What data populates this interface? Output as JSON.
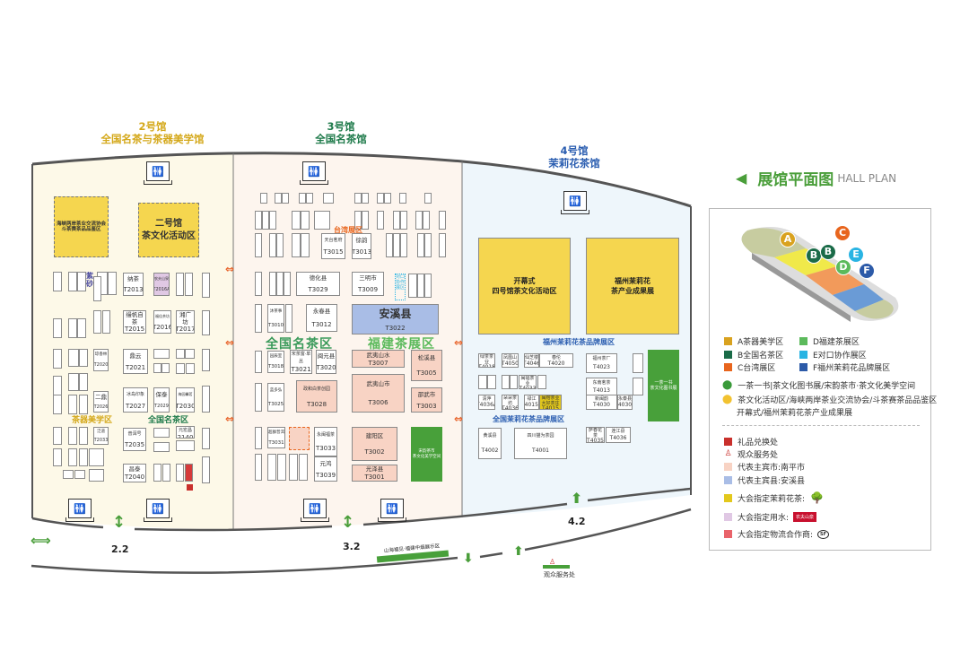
{
  "header": {
    "title_cn": "展馆平面图",
    "title_en": "HALL PLAN",
    "arrow_icon": "triangle-left"
  },
  "halls": [
    {
      "number": "2号馆",
      "name": "全国名茶与茶器美学馆",
      "color": "#d4a81a"
    },
    {
      "number": "3号馆",
      "name": "全国名茶馆",
      "color": "#1e7a4a"
    },
    {
      "number": "4号馆",
      "name": "茉莉花茶馆",
      "color": "#2a5db0"
    }
  ],
  "hall2": {
    "activity_area_1": "海峡两岸茶业交流协会\n斗茶赛茶品品鉴区",
    "activity_area_2": "二号馆\n茶文化活动区",
    "zone_teaware": "茶器美学区",
    "zone_national": "全国名茶区",
    "zisha": "紫砂",
    "booths": [
      {
        "name": "纳茶",
        "code": "T2013"
      },
      {
        "name": "农夫山泉",
        "code": "T2016A"
      },
      {
        "name": "缦帆自茶",
        "code": "T2015"
      },
      {
        "name": "福佳茶坊",
        "code": "T2016"
      },
      {
        "name": "湘广坊",
        "code": "T2017"
      },
      {
        "name": "琼香林",
        "code": "T2020"
      },
      {
        "name": "鼎云",
        "code": "T2021"
      },
      {
        "name": "二鼎",
        "code": "T2026"
      },
      {
        "name": "冰岛印象",
        "code": "T2027"
      },
      {
        "name": "保泰",
        "code": "T2029"
      },
      {
        "name": "梅园馨茗",
        "code": "T2030"
      },
      {
        "name": "泛道",
        "code": "T2033"
      },
      {
        "name": "普洱号",
        "code": "T2035"
      },
      {
        "name": "元宏昌",
        "code": "2140"
      },
      {
        "name": "昌泰",
        "code": "T2040"
      }
    ]
  },
  "hall3": {
    "zone_taiwan": "台湾展区",
    "zone_national": "全国名茶区",
    "zone_fujian": "福建茶展区",
    "zone_counterpart": "对口协作展区",
    "booths": [
      {
        "name": "天台茗府",
        "code": "T3015"
      },
      {
        "name": "徐韵",
        "code": "T3013"
      },
      {
        "name": "德化县",
        "code": "T3029"
      },
      {
        "name": "三明市",
        "code": "T3009"
      },
      {
        "name": "沐茶事",
        "code": "T3010"
      },
      {
        "name": "永春县",
        "code": "T3012"
      },
      {
        "name": "安溪县",
        "code": "T3022"
      },
      {
        "name": "园辰室",
        "code": "T3018"
      },
      {
        "name": "宋茶富·单丛",
        "code": "T3021"
      },
      {
        "name": "闽元县",
        "code": "T3020"
      },
      {
        "name": "武夷山水",
        "code": "T3007"
      },
      {
        "name": "松溪县",
        "code": "T3005"
      },
      {
        "name": "蓝多弘",
        "code": "T3025"
      },
      {
        "name": "政和白茶创园",
        "code": "T3028"
      },
      {
        "name": "武夷山市",
        "code": "T3006"
      },
      {
        "name": "邵武市",
        "code": "T3003"
      },
      {
        "name": "超群普洱",
        "code": "T3031"
      },
      {
        "name": "永闽福茶",
        "code": "T3033"
      },
      {
        "name": "元鸿",
        "code": "T3039"
      },
      {
        "name": "建阳区",
        "code": "T3002"
      },
      {
        "name": "光泽县",
        "code": "T3001"
      }
    ],
    "green_area": "宋韵茶市\n茶文化美学空间"
  },
  "hall4": {
    "opening_area": "开幕式\n四号馆茶文化活动区",
    "industry_area": "福州茉莉花\n茶产业成果展",
    "zone_fuzhou_brand": "福州茉莉花茶品牌展区",
    "zone_national_brand": "全国茉莉花茶品牌展区",
    "book_area": "一茶一书\n茶文化图书展",
    "booths": [
      {
        "name": "绿茶茶业",
        "code": "T4018"
      },
      {
        "name": "凤凰山",
        "code": "T4050"
      },
      {
        "name": "仙芝楼",
        "code": "T4046"
      },
      {
        "name": "春伦",
        "code": "T4020"
      },
      {
        "name": "福州茶厂",
        "code": "T4023"
      },
      {
        "name": "闽福茶业",
        "code": "T4033"
      },
      {
        "name": "东南茗茶",
        "code": "T4013"
      },
      {
        "name": "清萍",
        "code": "T4036A"
      },
      {
        "name": "朵朵茶坊",
        "code": "T4036"
      },
      {
        "name": "禄江",
        "code": "T4015A"
      },
      {
        "name": "闽榕茶业\n大好茶庄",
        "code": "T4015"
      },
      {
        "name": "新闽韵",
        "code": "T4030"
      },
      {
        "name": "永泰县",
        "code": "4030"
      },
      {
        "name": "黄溪县",
        "code": "T4002"
      },
      {
        "name": "四川猫为茶园",
        "code": "T4001"
      },
      {
        "name": "萨春花茶",
        "code": "T4035"
      },
      {
        "name": "连江县",
        "code": "T4036"
      }
    ]
  },
  "entrances": [
    {
      "label": "2.2"
    },
    {
      "label": "3.2"
    },
    {
      "label": "4.2"
    }
  ],
  "outdoor": {
    "exhibit_strip": "山海福见·福建中烟展示区",
    "service_desk": "观众服务处"
  },
  "legend": {
    "zones": [
      {
        "key": "A",
        "label": "A茶器美学区",
        "color": "#d9a21f"
      },
      {
        "key": "D",
        "label": "D福建茶展区",
        "color": "#5cba5c"
      },
      {
        "key": "B",
        "label": "B全国名茶区",
        "color": "#1a6b48"
      },
      {
        "key": "E",
        "label": "E对口协作展区",
        "color": "#29b4e3"
      },
      {
        "key": "C",
        "label": "C台湾展区",
        "color": "#e8651d"
      },
      {
        "key": "F",
        "label": "F福州茉莉花品牌展区",
        "color": "#2c5aa8"
      }
    ],
    "pins": [
      {
        "label": "一茶一书|茶文化图书展/宋韵茶市·茶文化美学空间",
        "color": "#3a9a3a"
      },
      {
        "label": "茶文化活动区/海峡两岸茶业交流协会/斗茶赛茶品品鉴区",
        "color": "#f2c230"
      },
      {
        "label": "开幕式/福州茉莉花茶产业成果展",
        "color": ""
      }
    ],
    "items": [
      {
        "label": "礼品兑换处",
        "color": "#c9302c",
        "icon": "gift-icon"
      },
      {
        "label": "观众服务处",
        "color": "#c9302c",
        "icon": "person-icon"
      },
      {
        "label": "代表主宾市:南平市",
        "color": "#f8d3c4"
      },
      {
        "label": "代表主宾县:安溪县",
        "color": "#a9bde6"
      },
      {
        "label": "大会指定茉莉花茶:",
        "color": "#e3c81c",
        "brand": "闽榕茶业"
      },
      {
        "label": "大会指定用水:",
        "color": "#e0c8e4",
        "brand": "农夫山泉"
      },
      {
        "label": "大会指定物流合作商:",
        "color": "#e9636a",
        "brand": "SF"
      }
    ],
    "map_pins": [
      "A",
      "B",
      "B",
      "C",
      "D",
      "E",
      "F"
    ]
  }
}
